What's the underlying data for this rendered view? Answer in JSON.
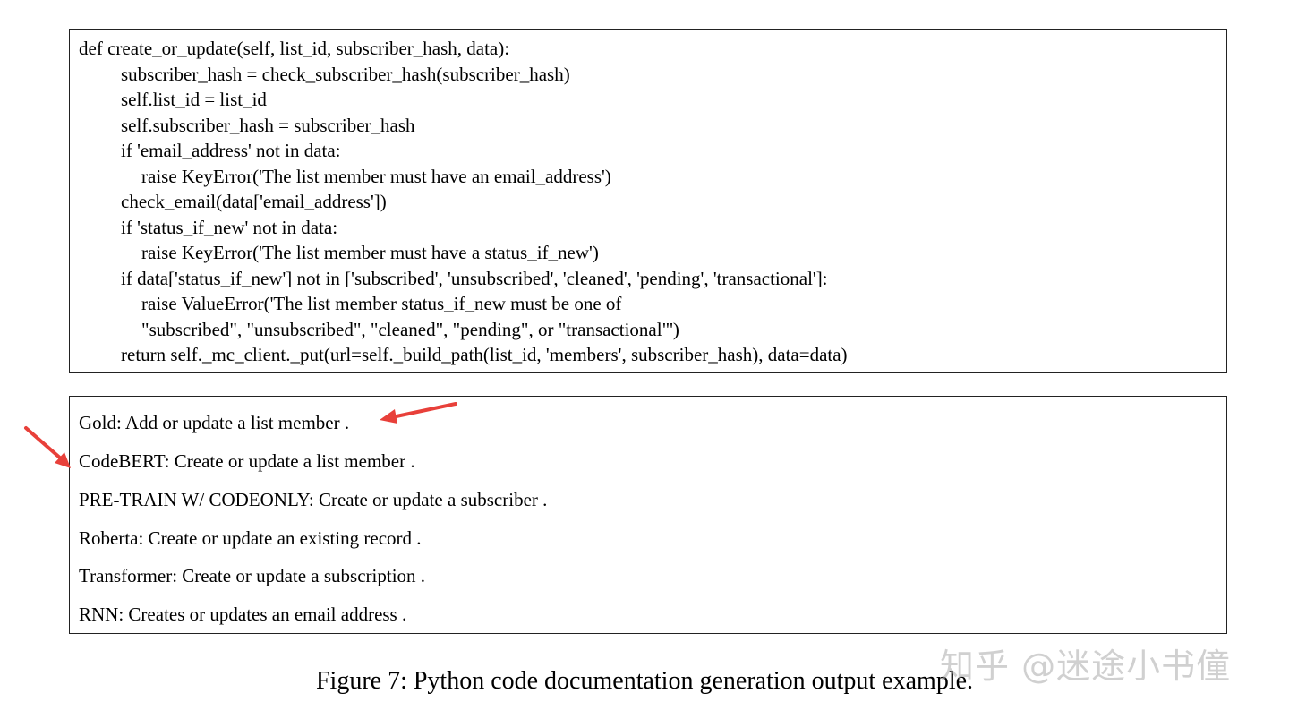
{
  "code": {
    "lines": [
      "def create_or_update(self, list_id, subscriber_hash, data):",
      "subscriber_hash = check_subscriber_hash(subscriber_hash)",
      "self.list_id = list_id",
      "self.subscriber_hash = subscriber_hash",
      "if 'email_address' not in data:",
      "raise KeyError('The list member must have an email_address')",
      "check_email(data['email_address'])",
      "if 'status_if_new' not in data:",
      "raise KeyError('The list member must have a status_if_new')",
      "if data['status_if_new'] not in ['subscribed', 'unsubscribed', 'cleaned', 'pending', 'transactional']:",
      "raise ValueError('The list member status_if_new must be one of",
      "\"subscribed\", \"unsubscribed\", \"cleaned\", \"pending\", or \"transactional\"')",
      "return self._mc_client._put(url=self._build_path(list_id, 'members', subscriber_hash), data=data)"
    ]
  },
  "outputs": {
    "lines": [
      "Gold: Add or update a list member .",
      "CodeBERT: Create or update a list member .",
      "PRE-TRAIN W/ CODEONLY: Create or update a subscriber .",
      "Roberta: Create or update an existing record .",
      "Transformer: Create or update a subscription .",
      "RNN: Creates or updates an email address ."
    ]
  },
  "caption": "Figure 7: Python code documentation generation output example.",
  "watermark": "知乎 @迷途小书僮",
  "annotation_color": "#e8403a"
}
